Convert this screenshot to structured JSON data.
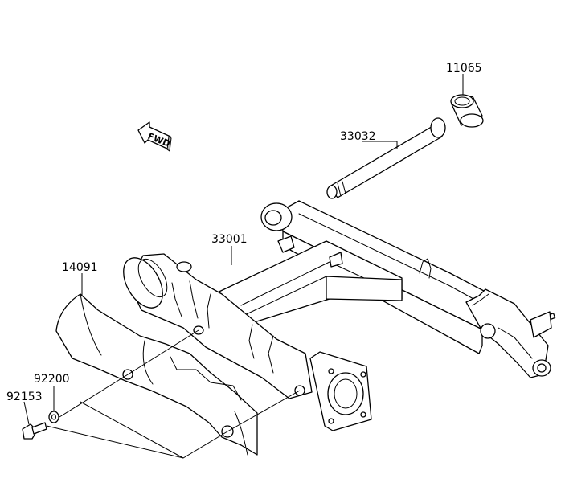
{
  "labels": {
    "part_11065": "11065",
    "part_33032": "33032",
    "part_33001": "33001",
    "part_14091": "14091",
    "part_92200": "92200",
    "part_92153": "92153"
  },
  "direction_marker": "FWD"
}
